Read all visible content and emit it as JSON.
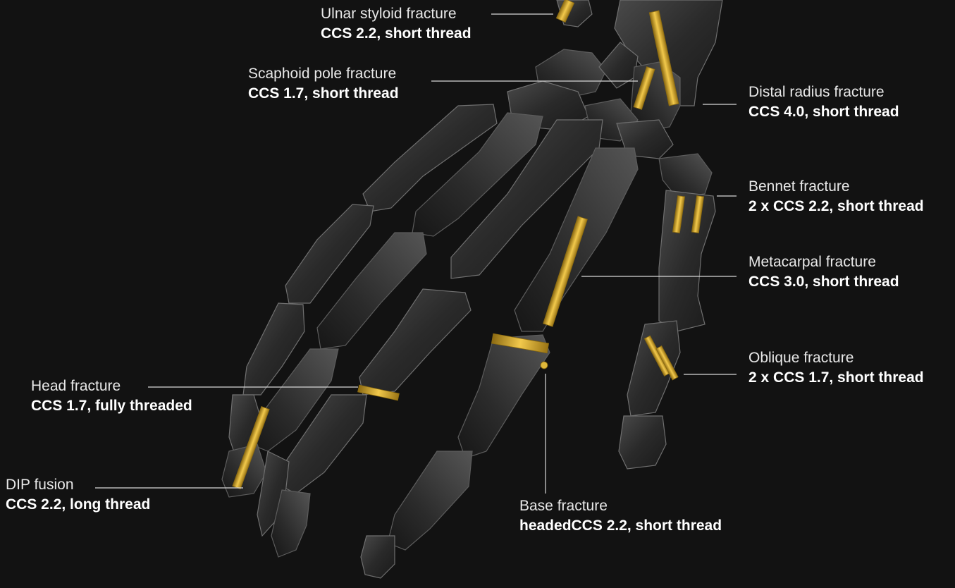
{
  "callouts": {
    "ulnar": {
      "name": "Ulnar styloid fracture",
      "spec": "CCS 2.2, short thread"
    },
    "scaphoid": {
      "name": "Scaphoid pole fracture",
      "spec": "CCS 1.7, short thread"
    },
    "distal_radius": {
      "name": "Distal radius fracture",
      "spec": "CCS 4.0, short thread"
    },
    "bennet": {
      "name": "Bennet fracture",
      "spec": "2 x CCS 2.2, short thread"
    },
    "metacarpal": {
      "name": "Metacarpal fracture",
      "spec": "CCS 3.0, short thread"
    },
    "oblique": {
      "name": "Oblique fracture",
      "spec": "2 x CCS 1.7, short thread"
    },
    "head": {
      "name": "Head fracture",
      "spec": "CCS 1.7, fully threaded"
    },
    "dip": {
      "name": "DIP fusion",
      "spec": "CCS 2.2, long thread"
    },
    "base": {
      "name": "Base fracture",
      "spec": "headedCCS 2.2, short thread"
    }
  },
  "colors": {
    "background": "#121212",
    "screw": "#d9a92a",
    "bone": "#3a3a3a",
    "text": "#ffffff"
  }
}
